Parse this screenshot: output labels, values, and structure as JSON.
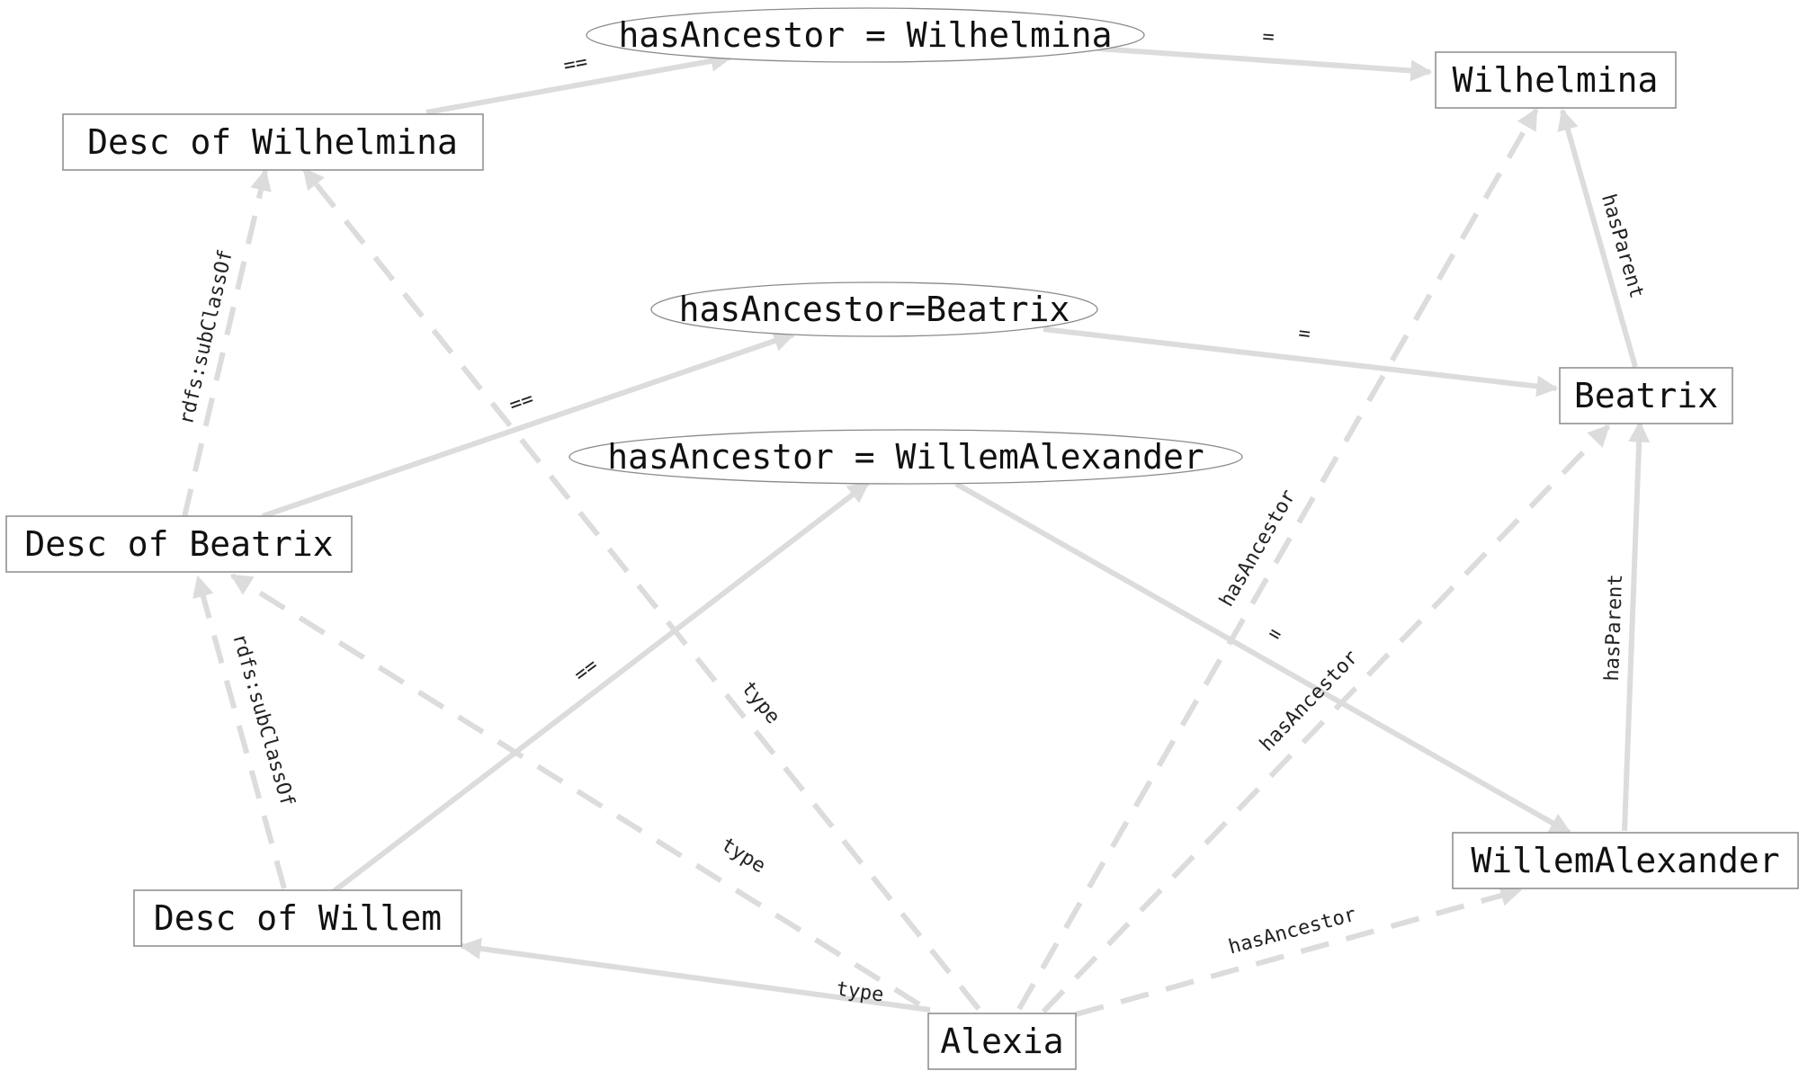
{
  "diagram": {
    "nodes": {
      "wilhelmina": "Wilhelmina",
      "beatrix": "Beatrix",
      "willem_alexander": "WillemAlexander",
      "alexia": "Alexia",
      "desc_wilhelmina": "Desc of Wilhelmina",
      "desc_beatrix": "Desc of Beatrix",
      "desc_willem": "Desc of Willem",
      "restriction_wilhelmina": "hasAncestor = Wilhelmina",
      "restriction_beatrix": "hasAncestor=Beatrix",
      "restriction_willem": "hasAncestor = WillemAlexander"
    },
    "edge_labels": {
      "descw_to_rw": "==",
      "rw_to_wilhelmina": "=",
      "descb_to_rb": "==",
      "rb_to_beatrix": "=",
      "descwil_to_rwil": "==",
      "rwil_to_willem": "=",
      "beatrix_parent": "hasParent",
      "willem_parent": "hasParent",
      "descb_subclass": "rdfs:subClassOf",
      "descwil_subclass": "rdfs:subClassOf",
      "alexia_type_descw": "type",
      "alexia_type_descb": "type",
      "alexia_type_descwil": "type",
      "alexia_anc_wilhelmina": "hasAncestor",
      "alexia_anc_beatrix": "hasAncestor",
      "alexia_anc_willem": "hasAncestor"
    }
  },
  "colors": {
    "edge": "#dcdcdc",
    "node_border": "#8a8a8a",
    "text": "#111111"
  }
}
